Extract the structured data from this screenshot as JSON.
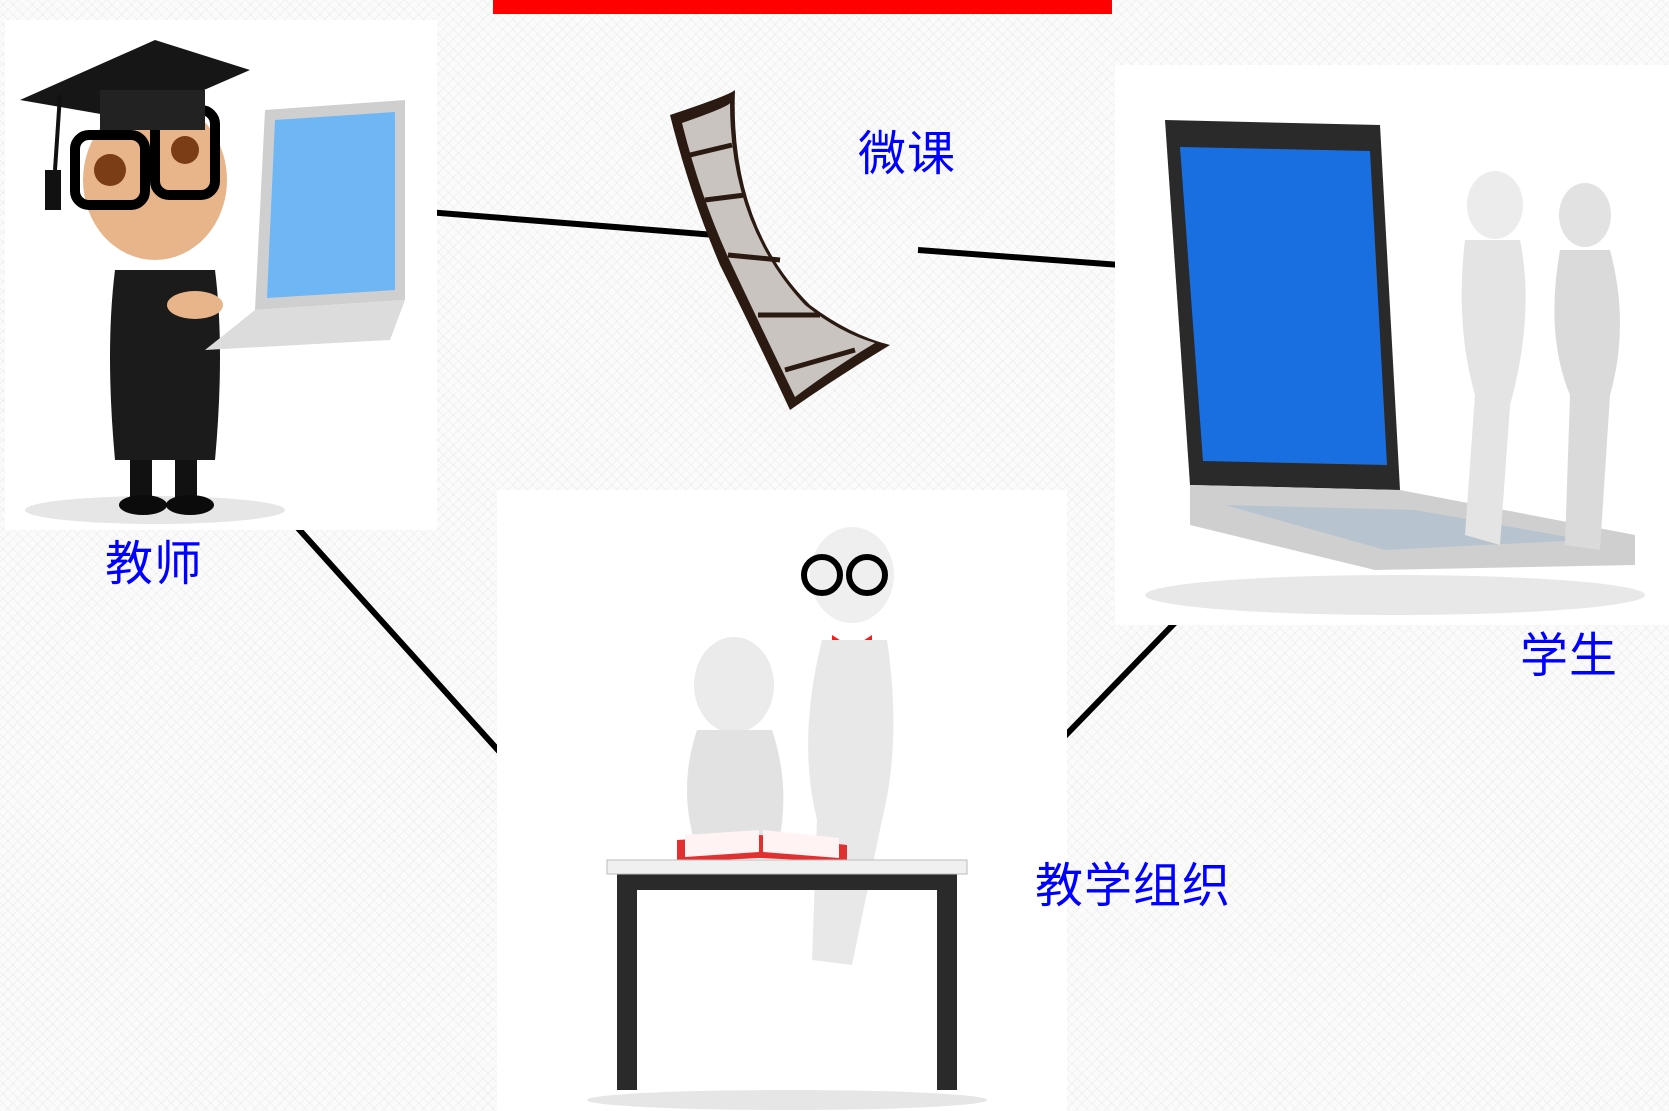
{
  "labels": {
    "teacher": "教师",
    "microlesson": "微课",
    "student": "学生",
    "organization": "教学组织"
  },
  "colors": {
    "label": "#0000ff",
    "banner": "#ff0000",
    "line": "#000000",
    "screen": "#1a6fe0"
  },
  "icons": [
    "graduate-teacher-with-laptop",
    "film-strip",
    "laptop-with-figures",
    "tutor-and-student-at-desk"
  ]
}
